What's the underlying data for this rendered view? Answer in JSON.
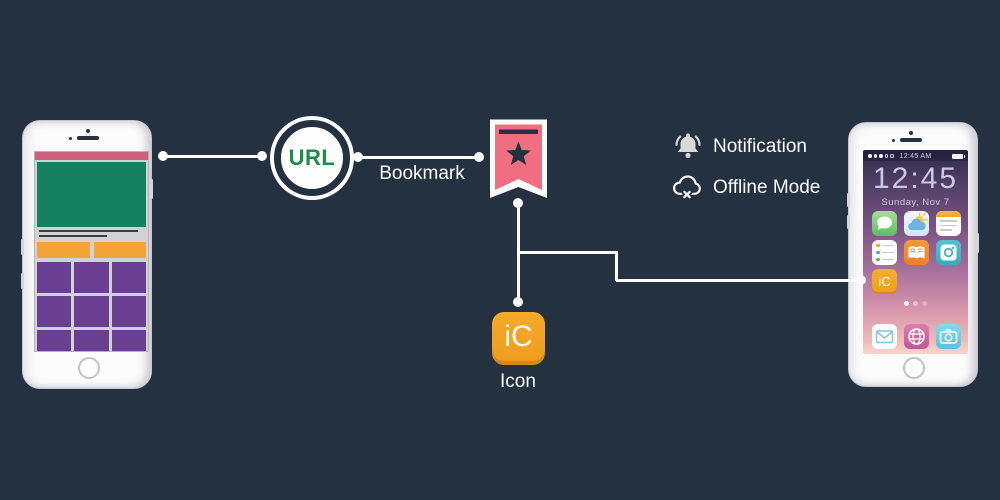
{
  "colors": {
    "background": "#233140",
    "connector": "#fdfdfd",
    "bookmark_pink": "#f06e80",
    "icon_orange": "#f4a325",
    "url_green": "#1f8b4d",
    "wireframe_pink": "#ce5f7e",
    "wireframe_green": "#15815f",
    "wireframe_orange": "#f2a438",
    "wireframe_purple": "#6a3e91"
  },
  "nodes": {
    "url": {
      "label": "URL"
    },
    "bookmark": {
      "label": "Bookmark"
    },
    "icon": {
      "glyph": "iC",
      "label": "Icon"
    }
  },
  "features": [
    {
      "icon": "bell-icon",
      "label": "Notification"
    },
    {
      "icon": "cloud-offline-icon",
      "label": "Offline Mode"
    }
  ],
  "right_phone": {
    "status_time": "12:45 AM",
    "clock_time": "12:45",
    "clock_date": "Sunday, Nov 7",
    "app_glyph": "iC",
    "apps": [
      "messages-icon",
      "weather-icon",
      "notes-icon",
      "reminders-icon",
      "book-icon",
      "photos-icon",
      "ic-app-icon",
      "mail-icon",
      "globe-icon",
      "camera-icon"
    ]
  }
}
